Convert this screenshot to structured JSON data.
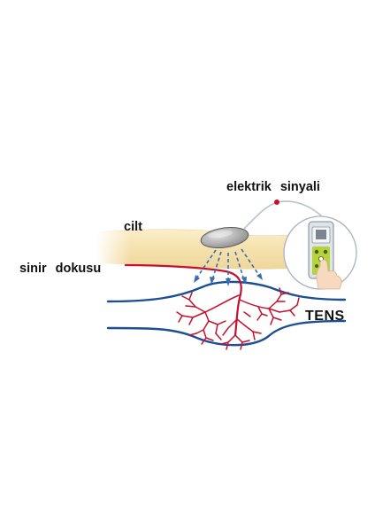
{
  "labels": {
    "electric_signal": "elektrik  sinyali",
    "skin": "cilt",
    "nerve_tissue": "sinir  dokusu",
    "device": "TENS"
  },
  "colors": {
    "skin_fill": "#f5e1ad",
    "skin_edge": "#e7cf93",
    "nerve_red": "#c8102e",
    "tissue_blue": "#1e4e93",
    "signal_dashes": "#3a6db0",
    "device_green": "#b6d33a",
    "electrode_gray": "#9a9a9a"
  },
  "icons": [
    "electrode-pad-icon",
    "tens-device-icon",
    "hand-icon",
    "signal-wire-icon"
  ]
}
